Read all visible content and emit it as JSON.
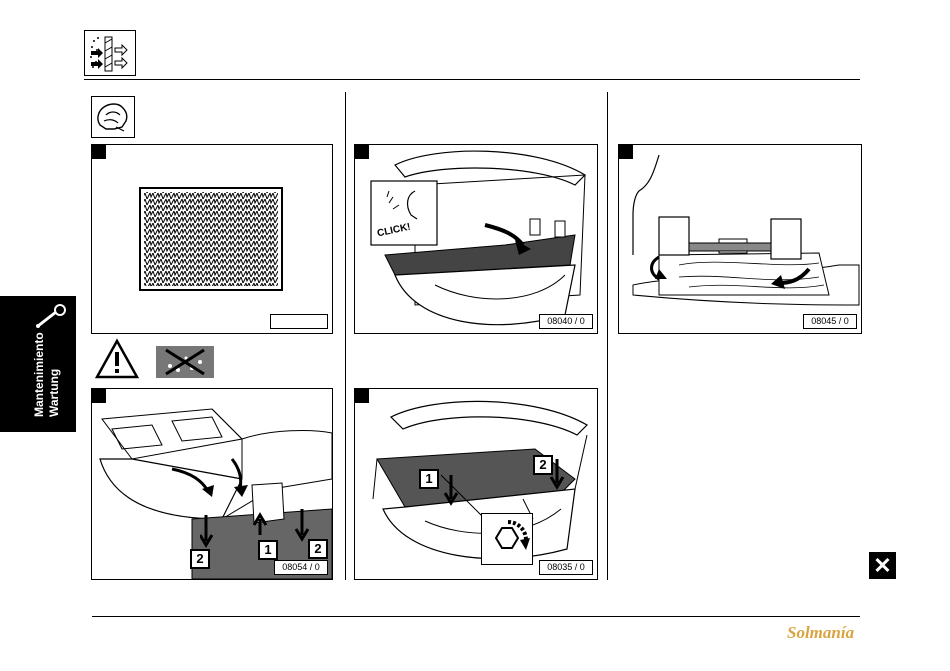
{
  "sidebar": {
    "line1": "Mantenimiento",
    "line2": "Wartung"
  },
  "panels": {
    "p1": {
      "ref": ""
    },
    "p2": {
      "ref": "08040 / 0",
      "click_text": "CLICK!"
    },
    "p3": {
      "ref": "08045 / 0"
    },
    "p4": {
      "ref": "08054 / 0",
      "callout_1": "1",
      "callout_2a": "2",
      "callout_2b": "2"
    },
    "p5": {
      "ref": "08035 / 0",
      "callout_1": "1",
      "callout_2": "2"
    }
  },
  "close_button": {
    "glyph": "✕"
  },
  "brand": {
    "name": "Solmanía"
  },
  "colors": {
    "brand": "#d9a441",
    "ink": "#000000"
  },
  "icons": [
    "filter-exchange-icon",
    "hand-cleaning-icon",
    "warning-icon",
    "no-water-spray-icon",
    "close-icon"
  ]
}
